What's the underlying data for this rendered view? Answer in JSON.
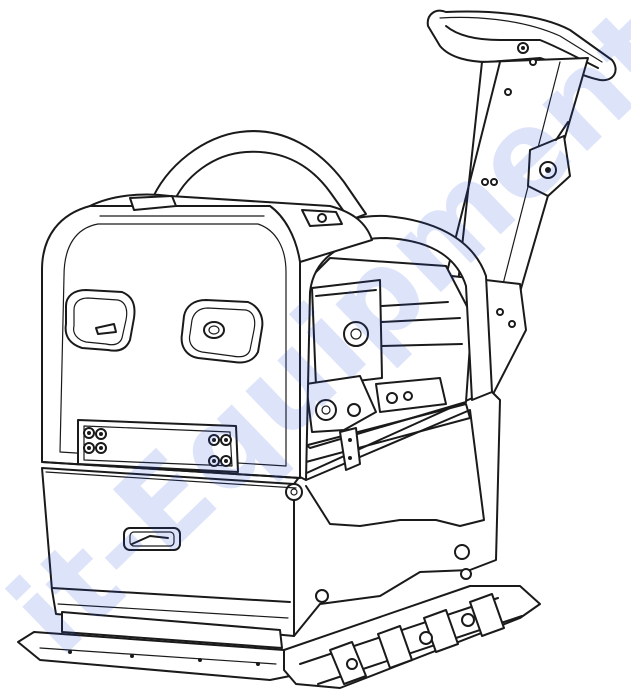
{
  "image": {
    "subject": "reversible plate compactor",
    "style": "black-and-white technical line drawing",
    "background_color": "#ffffff",
    "line_color": "#1a1a1a"
  },
  "watermark": {
    "text": "it-Equipment.com",
    "color": "#2b50d9",
    "opacity": 0.16
  }
}
